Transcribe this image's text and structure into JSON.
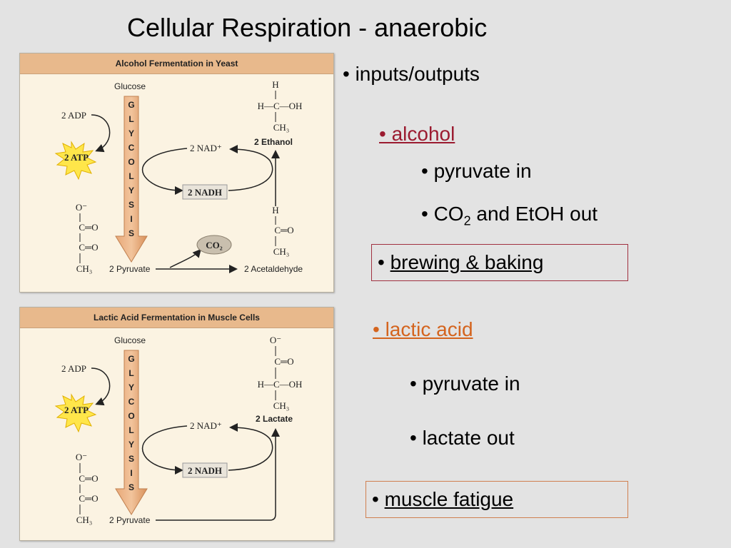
{
  "title": "Cellular Respiration - anaerobic",
  "bullets": {
    "inputs_outputs": "• inputs/outputs",
    "alcohol": "• alcohol",
    "alcohol_pyruvate": "• pyruvate in",
    "alcohol_out_pre": "• CO",
    "alcohol_out_sub": "2",
    "alcohol_out_post": " and EtOH out",
    "brewing_bullet": "• ",
    "brewing": "brewing & baking",
    "lactic": "• lactic acid",
    "lactic_pyruvate": "• pyruvate in",
    "lactic_out": "• lactate out",
    "fatigue_bullet": "• ",
    "fatigue": "muscle fatigue"
  },
  "panel1": {
    "header": "Alcohol Fermentation in Yeast",
    "glucose": "Glucose",
    "adp": "2 ADP",
    "atp": "2 ATP",
    "nad": "2 NAD⁺",
    "nadh": "2 NADH",
    "glycolysis": [
      "G",
      "L",
      "Y",
      "C",
      "O",
      "L",
      "Y",
      "S",
      "I",
      "S"
    ],
    "pyruvate": "2 Pyruvate",
    "co2": "CO₂",
    "acetaldehyde": "2 Acetaldehyde",
    "ethanol": "2 Ethanol",
    "ethanol_struct": [
      "H",
      "H—C—OH",
      "CH₃"
    ],
    "acetal_struct": [
      "H",
      "C═O",
      "CH₃"
    ],
    "pyruvate_struct": [
      "O⁻",
      "C═O",
      "C═O",
      "CH₃"
    ]
  },
  "panel2": {
    "header": "Lactic Acid Fermentation in Muscle Cells",
    "glucose": "Glucose",
    "adp": "2 ADP",
    "atp": "2 ATP",
    "nad": "2 NAD⁺",
    "nadh": "2 NADH",
    "glycolysis": [
      "G",
      "L",
      "Y",
      "C",
      "O",
      "L",
      "Y",
      "S",
      "I",
      "S"
    ],
    "pyruvate": "2 Pyruvate",
    "lactate": "2 Lactate",
    "lactate_struct": [
      "O⁻",
      "C═O",
      "H—C—OH",
      "CH₃"
    ],
    "pyruvate_struct": [
      "O⁻",
      "C═O",
      "C═O",
      "CH₃"
    ]
  },
  "colors": {
    "alcohol": "#9b1b30",
    "lactic": "#d4641e",
    "panel_header": "#e8b98c",
    "panel_bg": "#fbf3e2",
    "arrow": "#e0a070"
  }
}
